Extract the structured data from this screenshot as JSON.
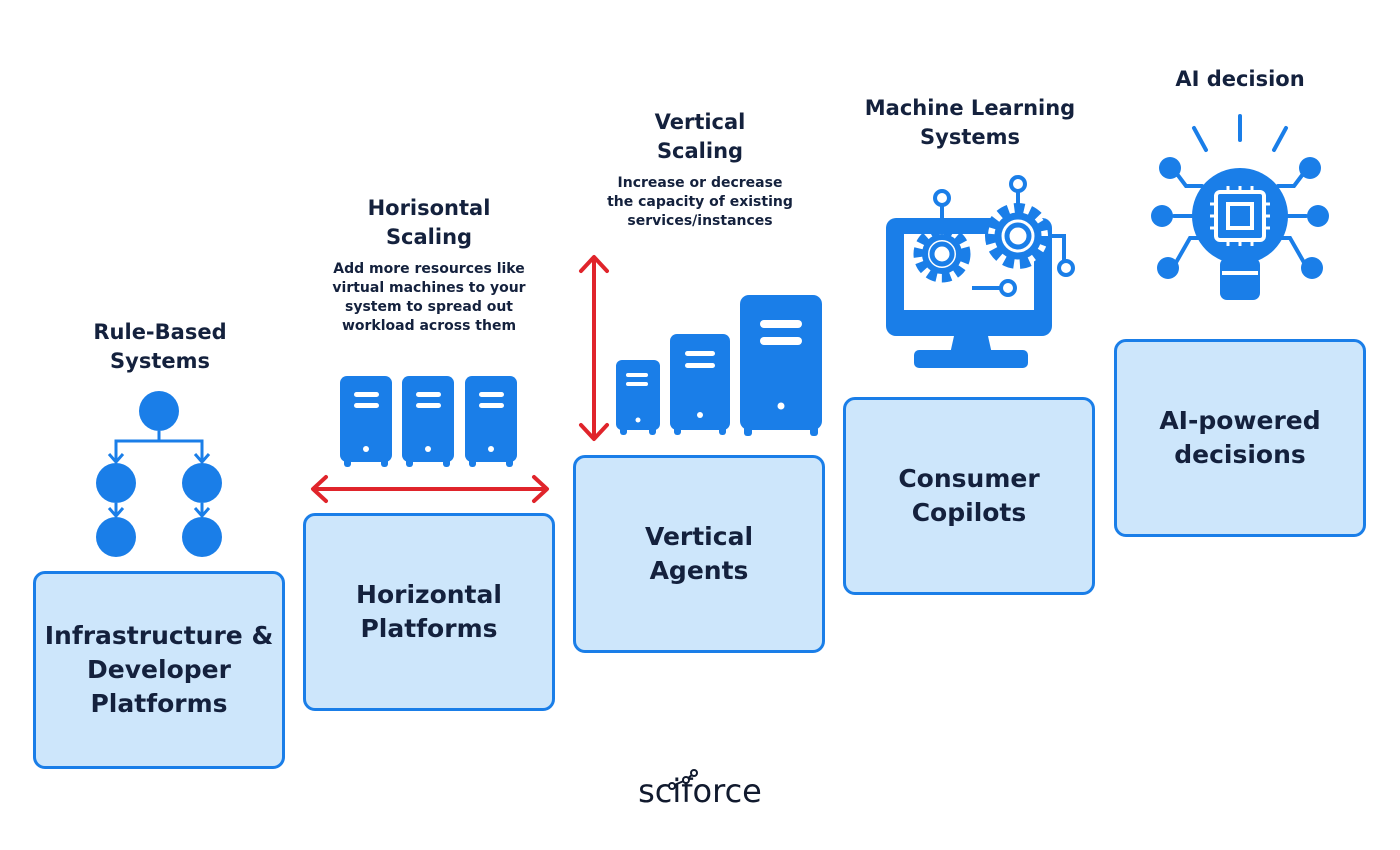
{
  "stages": [
    {
      "heading": "Rule-Based\nSystems",
      "box": "Infrastructure &\nDeveloper\nPlatforms"
    },
    {
      "heading": "Horisontal\nScaling",
      "description": "Add more resources like\nvirtual machines to your\nsystem to spread out\nworkload across them",
      "box": "Horizontal\nPlatforms"
    },
    {
      "heading": "Vertical\nScaling",
      "description": "Increase or decrease\nthe capacity of existing\nservices/instances",
      "box": "Vertical\nAgents"
    },
    {
      "heading": "Machine Learning\nSystems",
      "box": "Consumer\nCopilots"
    },
    {
      "heading": "AI decision",
      "box": "AI-powered\ndecisions"
    }
  ],
  "logo": "sciforce",
  "colors": {
    "primary": "#1a7ee8",
    "box_fill": "#cde6fb",
    "arrow": "#e0242b",
    "text": "#14213d"
  },
  "icons": [
    "flowchart-icon",
    "servers-icon",
    "server-sizes-icon",
    "ml-monitor-gears-icon",
    "ai-lightbulb-chip-icon"
  ]
}
